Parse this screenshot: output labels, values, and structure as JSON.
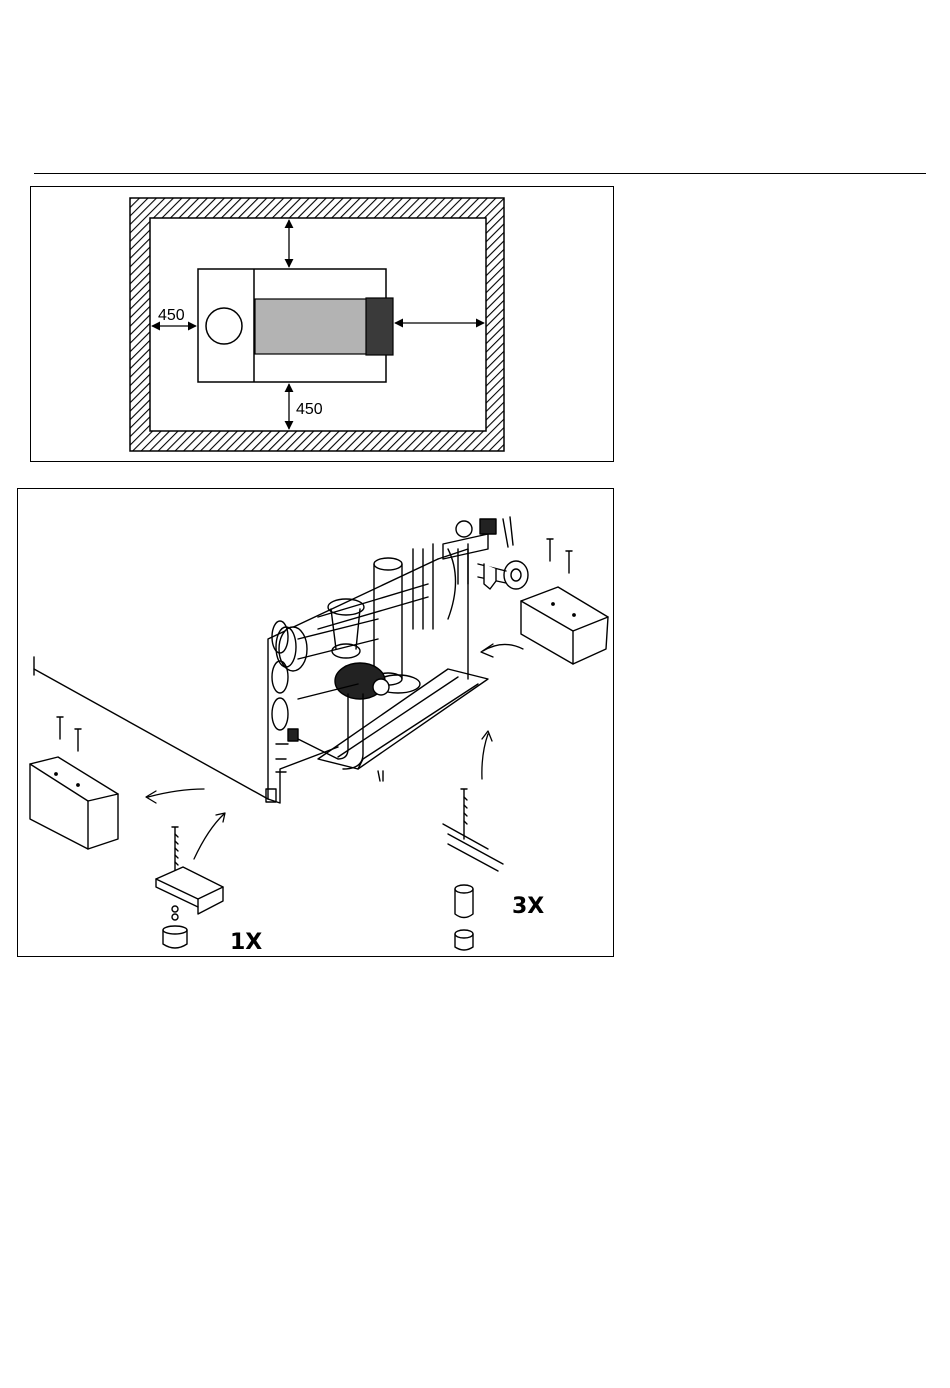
{
  "figure1": {
    "dim_left": "450",
    "dim_bottom": "450"
  },
  "figure2": {
    "qty_left": "1X",
    "qty_right": "3X"
  }
}
